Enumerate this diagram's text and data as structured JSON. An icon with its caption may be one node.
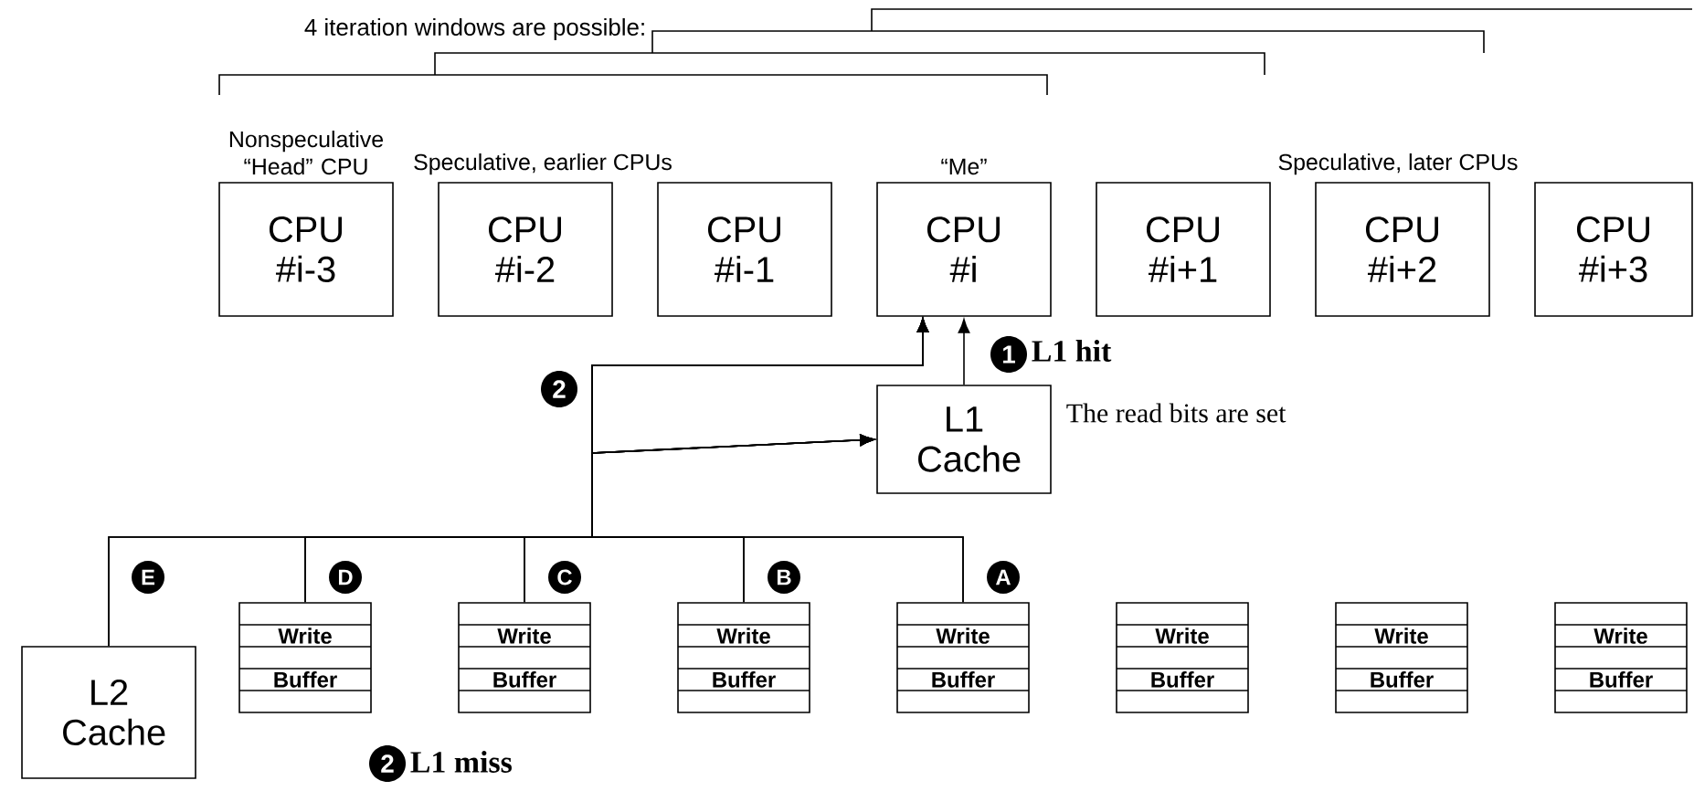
{
  "diagram": {
    "nodes": [
      {
        "text": [
          "CPU #i-3"
        ],
        "beside": [
          "Nonspeculative “Head” CPU"
        ]
      },
      {
        "text": [
          "CPU #i-2"
        ]
      },
      {
        "text": [
          "CPU #i-1"
        ]
      },
      {
        "text": [
          "CPU #i"
        ],
        "beside": [
          "“Me”"
        ]
      },
      {
        "text": [
          "CPU #i+1"
        ]
      },
      {
        "text": [
          "CPU #i+2"
        ]
      },
      {
        "text": [
          "CPU #i+3"
        ]
      },
      {
        "text": [
          "L1 Cache"
        ]
      },
      {
        "text": [
          "L2 Cache"
        ]
      },
      {
        "text": [
          "Write Buffer"
        ]
      },
      {
        "text": [
          "Write Buffer"
        ]
      },
      {
        "text": [
          "Write Buffer"
        ]
      },
      {
        "text": [
          "Write Buffer"
        ]
      },
      {
        "text": [
          "Write Buffer"
        ]
      },
      {
        "text": [
          "Write Buffer"
        ]
      },
      {
        "text": [
          "Write Buffer"
        ]
      }
    ],
    "edges": [
      {
        "from": 7,
        "to": 3,
        "arrow": "to"
      },
      {
        "from": 8,
        "to": 3,
        "arrow": "to"
      },
      {
        "from": 8,
        "to": 7,
        "arrow": "to"
      },
      {
        "from": 9,
        "to": 3,
        "arrow": "to"
      },
      {
        "from": 9,
        "to": 7,
        "arrow": "to"
      },
      {
        "from": 10,
        "to": 3,
        "arrow": "to"
      },
      {
        "from": 10,
        "to": 7,
        "arrow": "to"
      },
      {
        "from": 11,
        "to": 3,
        "arrow": "to"
      },
      {
        "from": 11,
        "to": 7,
        "arrow": "to"
      },
      {
        "from": 12,
        "to": 3,
        "arrow": "to"
      },
      {
        "from": 12,
        "to": 7,
        "arrow": "to"
      }
    ],
    "labels": [
      "4 iteration windows are possible:",
      "Speculative, earlier CPUs",
      "Speculative, later CPUs",
      "1",
      "L1 hit",
      "2",
      "The read bits are set",
      "E",
      "D",
      "C",
      "B",
      "A",
      "2",
      "L1 miss"
    ]
  }
}
